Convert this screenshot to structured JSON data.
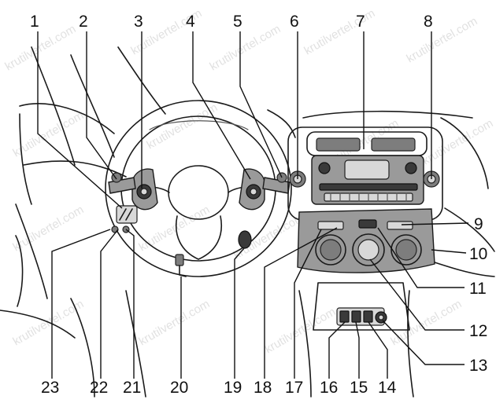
{
  "callouts": {
    "top": [
      "1",
      "2",
      "3",
      "4",
      "5",
      "6",
      "7",
      "8"
    ],
    "right": [
      "9",
      "10",
      "11",
      "12",
      "13"
    ],
    "bottom": [
      "23",
      "22",
      "21",
      "20",
      "19",
      "18",
      "17",
      "16",
      "15",
      "14"
    ]
  },
  "watermark": "krutilvertel.com"
}
